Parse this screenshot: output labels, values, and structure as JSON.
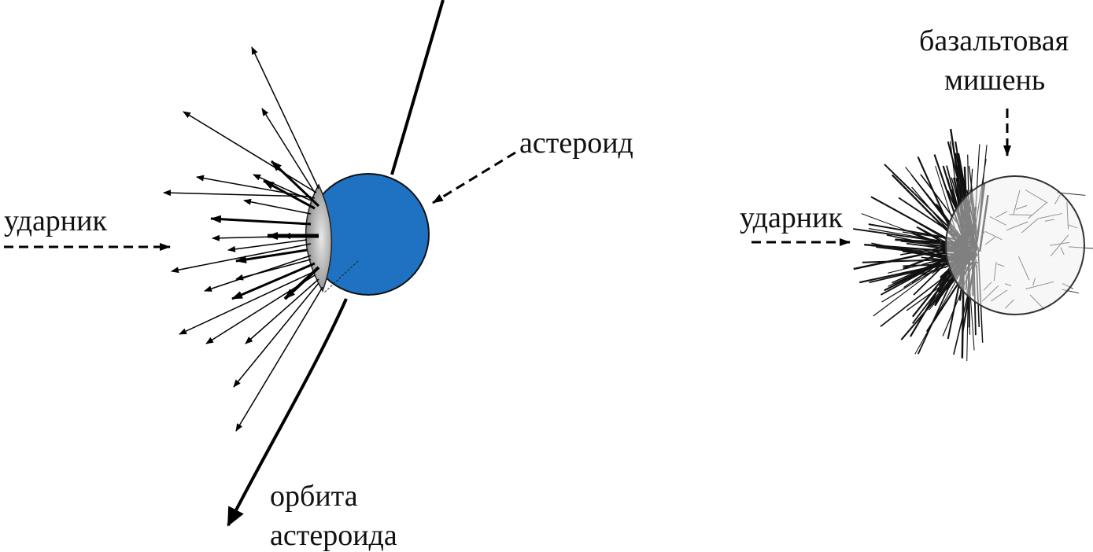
{
  "left_panel": {
    "impactor_label": "ударник",
    "asteroid_label": "астероид",
    "orbit_label_line1": "орбита",
    "orbit_label_line2": "астероида",
    "asteroid_color": "#1f72c1"
  },
  "right_panel": {
    "impactor_label": "ударник",
    "target_label_line1": "базальтовая",
    "target_label_line2": "мишень"
  }
}
